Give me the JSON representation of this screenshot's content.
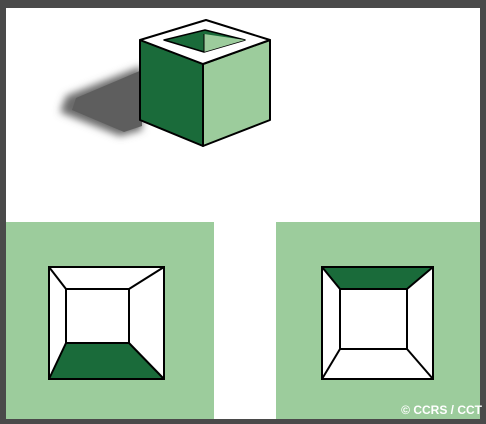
{
  "credit": "© CCRS / CCT",
  "colors": {
    "frame": "#4a4a4a",
    "panel": "#ffffff",
    "tile": "#9ccc9c",
    "dark_green": "#1a6b3a",
    "light_green": "#9ccc9c",
    "shadow": "#6a6a6a",
    "outline": "#000000"
  },
  "figures": {
    "cube": "perspective-cube-with-shadow",
    "left_tile": "top-down-view-dark-bottom-face",
    "right_tile": "top-down-view-dark-top-face"
  }
}
